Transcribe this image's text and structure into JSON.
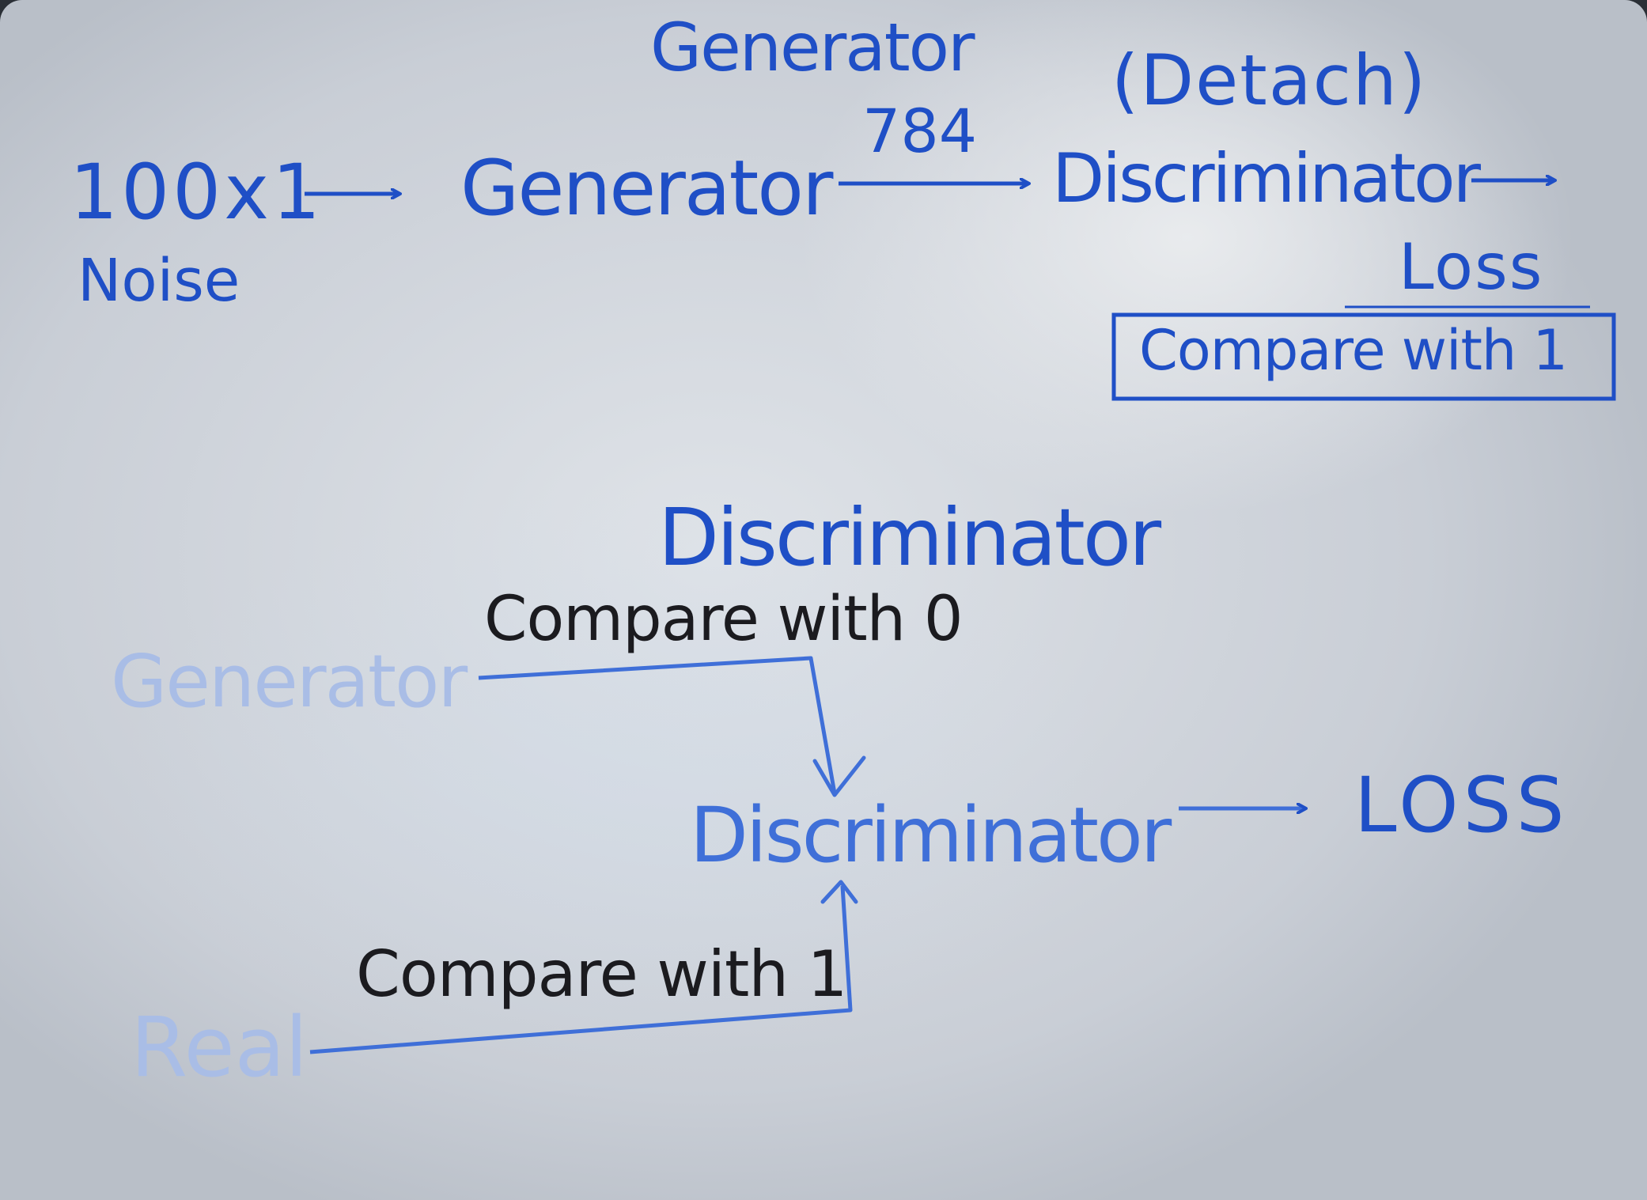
{
  "diagram": {
    "top_row": {
      "noise_dim": "100x1",
      "noise_label": "Noise",
      "generator_label": "Generator",
      "generator_title": "Generator",
      "output_dim": "784",
      "detach_note": "(Detach)",
      "discriminator_label": "Discriminator",
      "loss_label": "Loss",
      "compare_box": "Compare with 1"
    },
    "bottom_section": {
      "title": "Discriminator",
      "generator_input": "Generator",
      "real_input": "Real",
      "compare_fake": "Compare with 0",
      "compare_real": "Compare with 1",
      "discriminator_label": "Discriminator",
      "loss_label": "LOSS"
    },
    "colors": {
      "marker_blue": "#1f4fc6",
      "marker_faint": "#a9bde6",
      "marker_black": "#1b1b1f",
      "board": "#dfe3e8"
    }
  }
}
